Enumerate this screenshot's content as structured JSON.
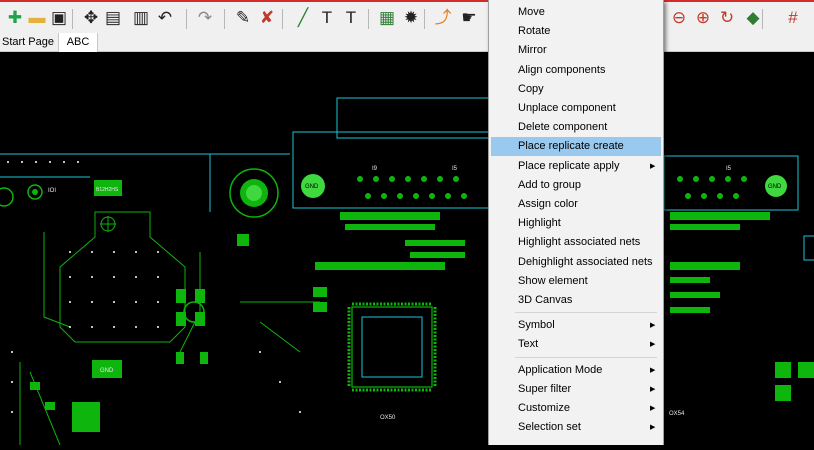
{
  "toolbar": {
    "icons": [
      {
        "name": "new-file-icon",
        "glyph": "✚",
        "color": "#21a34a"
      },
      {
        "name": "open-folder-icon",
        "glyph": "▬",
        "color": "#e3b13c"
      },
      {
        "name": "save-icon",
        "glyph": "▣",
        "color": "#222222"
      },
      {
        "name": "move-icon",
        "glyph": "✥",
        "color": "#222222"
      },
      {
        "name": "copy-doc-icon",
        "glyph": "▤",
        "color": "#222222"
      },
      {
        "name": "delete-icon",
        "glyph": "▥",
        "color": "#222222"
      },
      {
        "name": "undo-icon",
        "glyph": "↶",
        "color": "#222222"
      },
      {
        "name": "redo-icon",
        "glyph": "↷",
        "color": "#888888"
      },
      {
        "name": "pin-icon",
        "glyph": "✎",
        "color": "#222222"
      },
      {
        "name": "unpin-icon",
        "glyph": "✘",
        "color": "#c0392b"
      },
      {
        "name": "draw-line-icon",
        "glyph": "╱",
        "color": "#2e7d32"
      },
      {
        "name": "add-text-icon",
        "glyph": "T",
        "color": "#222222"
      },
      {
        "name": "edit-text-icon",
        "glyph": "T",
        "color": "#222222"
      },
      {
        "name": "add-component-icon",
        "glyph": "▦",
        "color": "#2e7d32"
      },
      {
        "name": "chip-icon",
        "glyph": "✹",
        "color": "#222222"
      },
      {
        "name": "route-icon",
        "glyph": "⤴",
        "color": "#e67e22"
      },
      {
        "name": "interactive-route-icon",
        "glyph": "☛",
        "color": "#222222"
      },
      {
        "name": "zoom-out-icon",
        "glyph": "⊖",
        "color": "#c0392b"
      },
      {
        "name": "zoom-in-icon",
        "glyph": "⊕",
        "color": "#c0392b"
      },
      {
        "name": "refresh-icon",
        "glyph": "↻",
        "color": "#c0392b"
      },
      {
        "name": "board-icon",
        "glyph": "◆",
        "color": "#2e7d32"
      },
      {
        "name": "grid-icon",
        "glyph": "#",
        "color": "#c0392b"
      }
    ]
  },
  "tabs": [
    {
      "label": "Start Page",
      "active": false
    },
    {
      "label": "ABC",
      "active": true
    }
  ],
  "board": {
    "labels": {
      "gnd_left": "GND",
      "gnd_mid": "GND",
      "gnd_right": "GND",
      "i9": "I9",
      "i5_mid": "I5",
      "i5_right": "I5",
      "chip_top": "B12H2HS",
      "ic_label": "IOI",
      "ox50": "OX50",
      "ox54": "OX54"
    },
    "colors": {
      "copper": "#0db50d",
      "pad": "#3fd83f",
      "outline": "#19c6d6",
      "silkscreen": "#e8e8e8",
      "background": "#000000"
    }
  },
  "context_menu": {
    "items": [
      {
        "label": "Move",
        "submenu": false
      },
      {
        "label": "Rotate",
        "submenu": false
      },
      {
        "label": "Mirror",
        "submenu": false
      },
      {
        "label": "Align components",
        "submenu": false
      },
      {
        "label": "Copy",
        "submenu": false
      },
      {
        "label": "Unplace component",
        "submenu": false
      },
      {
        "label": "Delete component",
        "submenu": false
      },
      {
        "label": "Place replicate create",
        "submenu": false,
        "highlighted": true
      },
      {
        "label": "Place replicate apply",
        "submenu": true
      },
      {
        "label": "Add to group",
        "submenu": false
      },
      {
        "label": "Assign color",
        "submenu": false
      },
      {
        "label": "Highlight",
        "submenu": false
      },
      {
        "label": "Highlight associated nets",
        "submenu": false
      },
      {
        "label": "Dehighlight associated nets",
        "submenu": false
      },
      {
        "label": "Show element",
        "submenu": false
      },
      {
        "label": "3D Canvas",
        "submenu": false
      },
      {
        "label": "Symbol",
        "submenu": true
      },
      {
        "label": "Text",
        "submenu": true
      },
      {
        "label": "Application Mode",
        "submenu": true
      },
      {
        "label": "Super filter",
        "submenu": true
      },
      {
        "label": "Customize",
        "submenu": true
      },
      {
        "label": "Selection set",
        "submenu": true
      }
    ],
    "arrow_glyph": "▶",
    "highlight_color": "#99c9ef"
  }
}
